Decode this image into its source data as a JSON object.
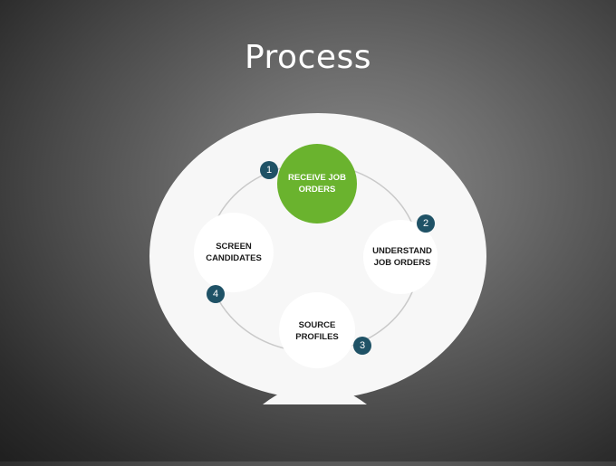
{
  "slide": {
    "title": "Process"
  },
  "diagram": {
    "steps": [
      {
        "number": "1",
        "label": "RECEIVE JOB\nORDERS"
      },
      {
        "number": "2",
        "label": "UNDERSTAND\nJOB ORDERS"
      },
      {
        "number": "3",
        "label": "SOURCE\nPROFILES"
      },
      {
        "number": "4",
        "label": "SCREEN\nCANDIDATES"
      }
    ],
    "colors": {
      "highlight_step": "#6ab32e",
      "badge": "#1f5266",
      "plate": "#f7f7f7",
      "ring": "#c9c9c9"
    }
  }
}
